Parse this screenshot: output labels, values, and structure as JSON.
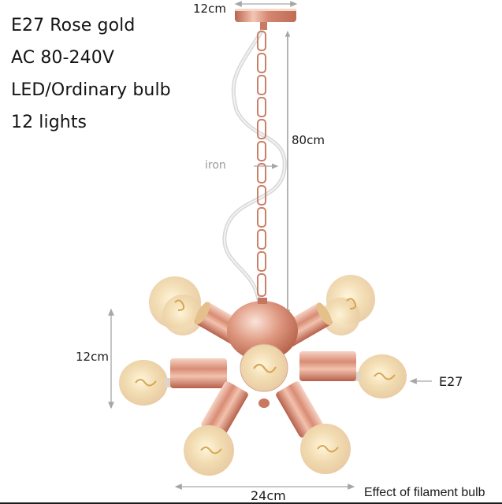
{
  "specs": {
    "items": [
      "E27 Rose gold",
      "AC 80-240V",
      "LED/Ordinary bulb",
      "12 lights"
    ]
  },
  "dimensions": {
    "canopy_width": "12cm",
    "drop_length": "80cm",
    "body_height": "12cm",
    "body_width": "24cm",
    "socket_type": "E27",
    "material_label": "iron"
  },
  "footer": {
    "note": "Effect of filament bulb"
  },
  "colors": {
    "rose_gold": "#d9907a",
    "rose_gold_dark": "#b8644e",
    "rose_gold_light": "#f4c9b8",
    "bulb_glass": "#f3e2c4",
    "bulb_filament": "#e0b25a",
    "dimension_line": "#a6a6a6",
    "cable": "#d8d8d8"
  }
}
